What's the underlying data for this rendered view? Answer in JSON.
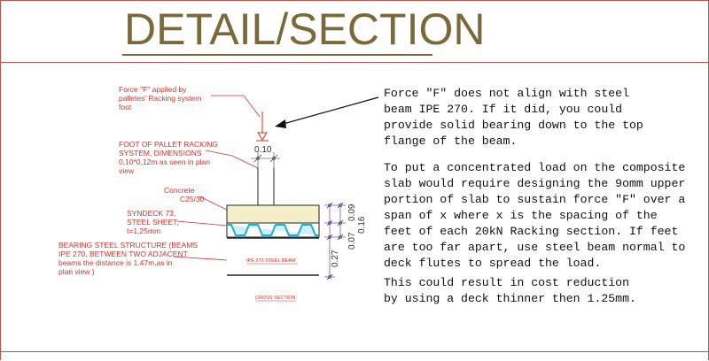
{
  "title": "DETAIL/SECTION",
  "labels": {
    "force_applied": [
      "Force \"F\" applied by",
      "palletes' Racking system",
      "foot"
    ],
    "foot_racking": [
      "FOOT OF PALLET RACKING",
      "SYSTEM, DIMENSIONS",
      "0,10*0,12m as seen in plan",
      "view"
    ],
    "concrete": [
      "Concrete",
      "C25/30"
    ],
    "syndeck": [
      "SYNDECK 73,",
      "STEEL SHEET,",
      "t=1,25mm"
    ],
    "bearing": [
      "BEARING STEEL STRUCTURE (BEAMS",
      "IPE 270, BETWEEN TWO ADJACENT",
      "beams the distance is 1.47m,as in",
      "plan view )"
    ],
    "ipe_beam": "IPE 270 STEEL BEAM",
    "cross_section": "CROSS SECTION"
  },
  "dimensions": {
    "foot_width": "0.10",
    "d1": "0.09",
    "d2": "0.16",
    "d3": "0.07",
    "d4": "0.27"
  },
  "notes": {
    "p1": "Force \"F\" does not align with steel\nbeam IPE 270. If it did, you could\nprovide solid bearing down to the top\nflange of the beam.",
    "p2": "To put a concentrated load on the composite\nslab would require designing the 9omm upper\nportion of slab to sustain force \"F\" over a\nspan of x where x is the spacing of the\nfeet of each 20kN Racking section. If feet\nare too far apart, use steel beam normal to\ndeck flutes to spread the load.",
    "p3": "This could result in cost reduction\nby using a deck thinner then 1.25mm."
  },
  "colors": {
    "annotation_red": "#d9302a",
    "title_olive": "#7a6a3a",
    "deck_cyan": "#1ab0d8",
    "concrete_fill": "#f4efc8",
    "dim_purple": "#7a5aa0"
  }
}
